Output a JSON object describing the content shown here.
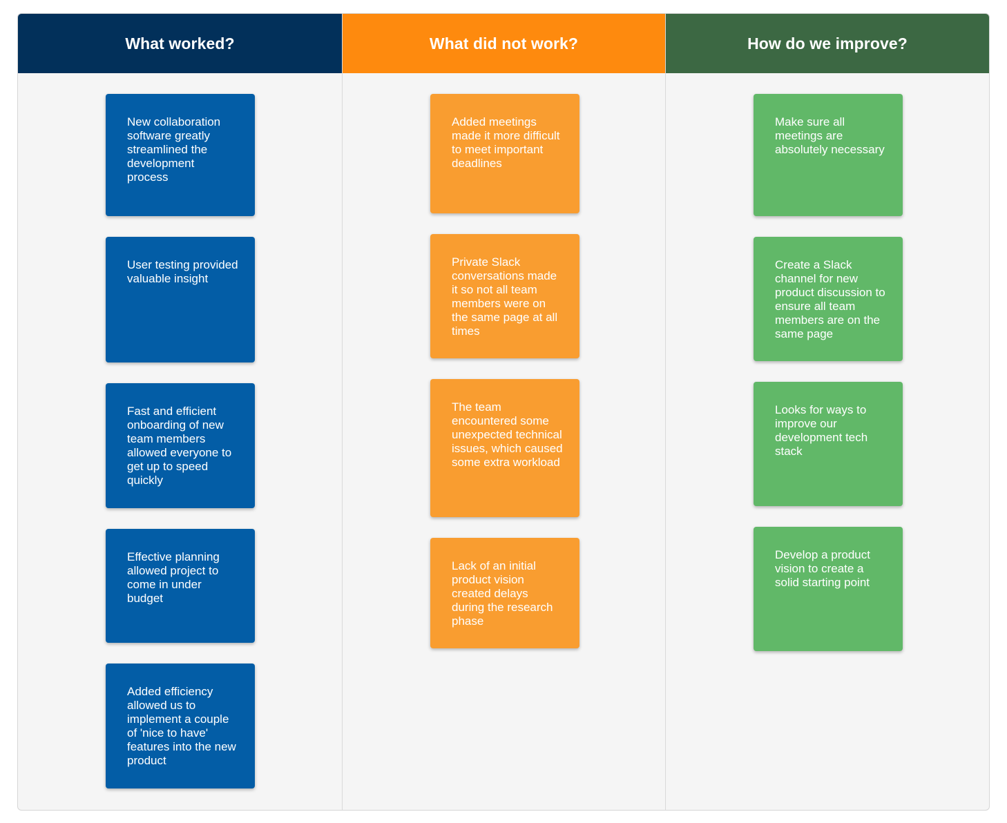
{
  "columns": [
    {
      "title": "What worked?",
      "color": "#02305a",
      "card_color": "#035da6",
      "cards": [
        "New collaboration software greatly streamlined the development process",
        "User testing provided valuable insight",
        "Fast and efficient onboarding of new team members allowed everyone to get up to speed quickly",
        "Effective planning allowed project to come in under budget",
        "Added efficiency allowed us to implement a couple of 'nice to have' features into the new product"
      ]
    },
    {
      "title": "What did not work?",
      "color": "#fe8a0e",
      "card_color": "#f99d30",
      "cards": [
        "Added meetings made it more difficult to meet important deadlines",
        "Private Slack conversations made it so not all team members were on the same page at all times",
        "The team encountered some unexpected technical issues, which caused some extra workload",
        "Lack of an initial product vision created delays during the research phase"
      ]
    },
    {
      "title": "How do we improve?",
      "color": "#3c6843",
      "card_color": "#61b868",
      "cards": [
        "Make sure all meetings are absolutely necessary",
        "Create a Slack channel for new product discussion to ensure all team members are on the same page",
        "Looks for ways to improve our development tech stack",
        "Develop a product vision to create a solid starting point"
      ]
    }
  ]
}
